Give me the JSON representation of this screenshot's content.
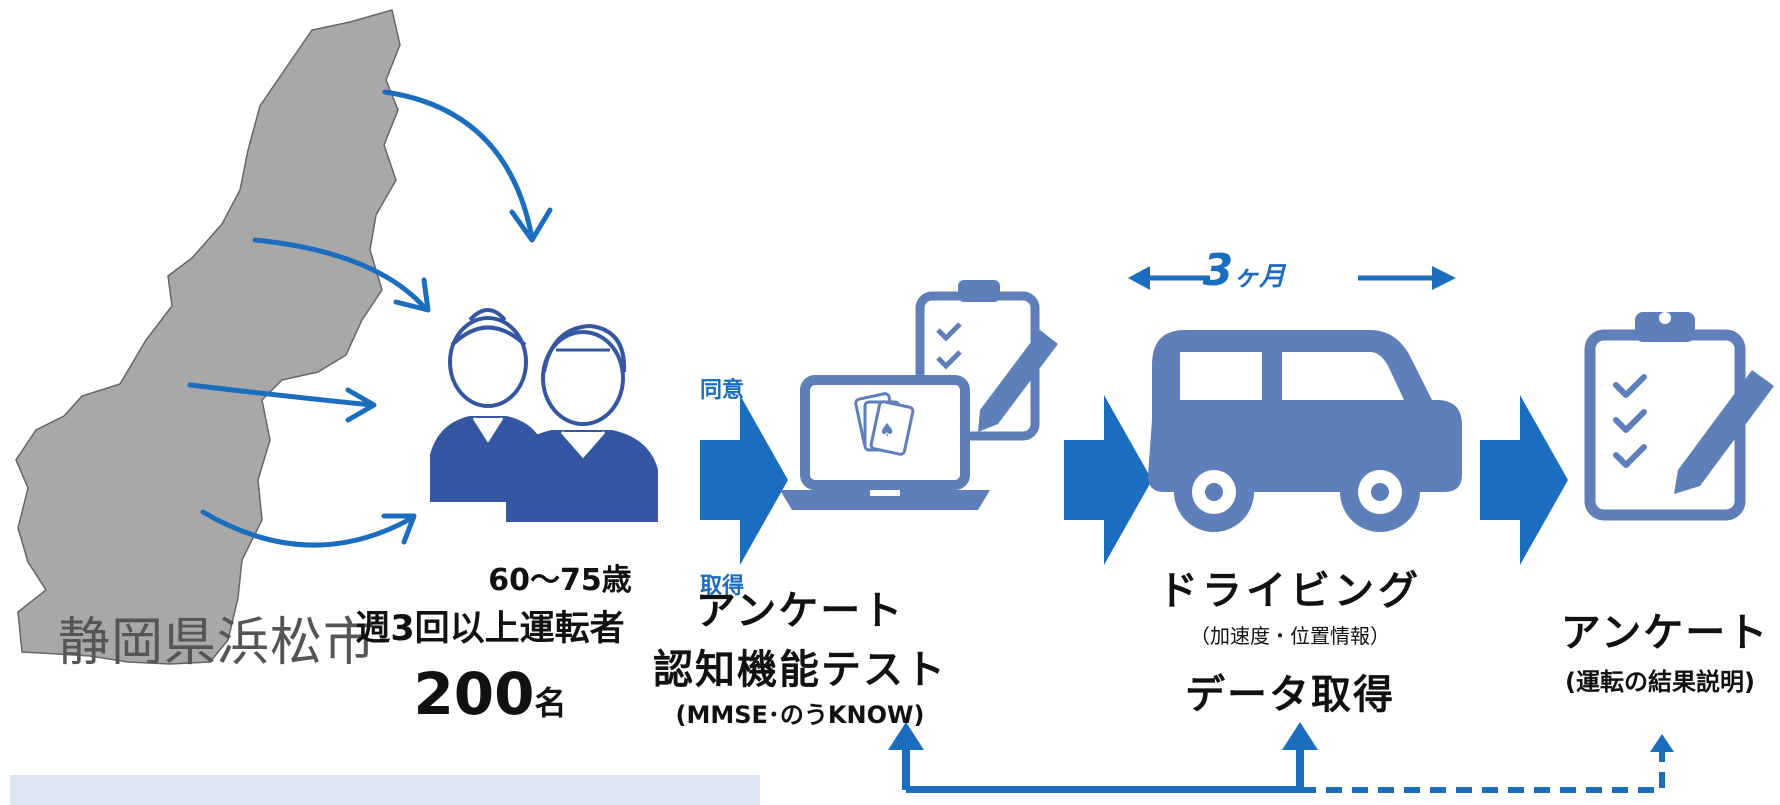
{
  "colors": {
    "accent": "#1a6dbf",
    "icon": "#5f7fba",
    "person": "#3557a3",
    "map": "#a8a8a8",
    "note_bg": "#dde6f3"
  },
  "region": {
    "label": "静岡県浜松市"
  },
  "participants": {
    "age": "60〜75歳",
    "condition": "週3回以上運転者",
    "count": "200",
    "count_unit": "名"
  },
  "consent": {
    "top": "同意",
    "bottom": "取得"
  },
  "survey_test": {
    "line1": "アンケート",
    "line2": "認知機能テスト",
    "line3": "(MMSE･のうKNOW)"
  },
  "duration": {
    "value": "3",
    "unit": "ヶ月"
  },
  "driving": {
    "line1": "ドライビング",
    "line2": "（加速度・位置情報）",
    "line3": "データ取得"
  },
  "final_survey": {
    "line1": "アンケート",
    "line2": "(運転の結果説明)"
  },
  "icons": [
    "people-icon",
    "laptop-cards-icon",
    "clipboard-pen-icon",
    "car-icon",
    "clipboard-pen-icon"
  ]
}
